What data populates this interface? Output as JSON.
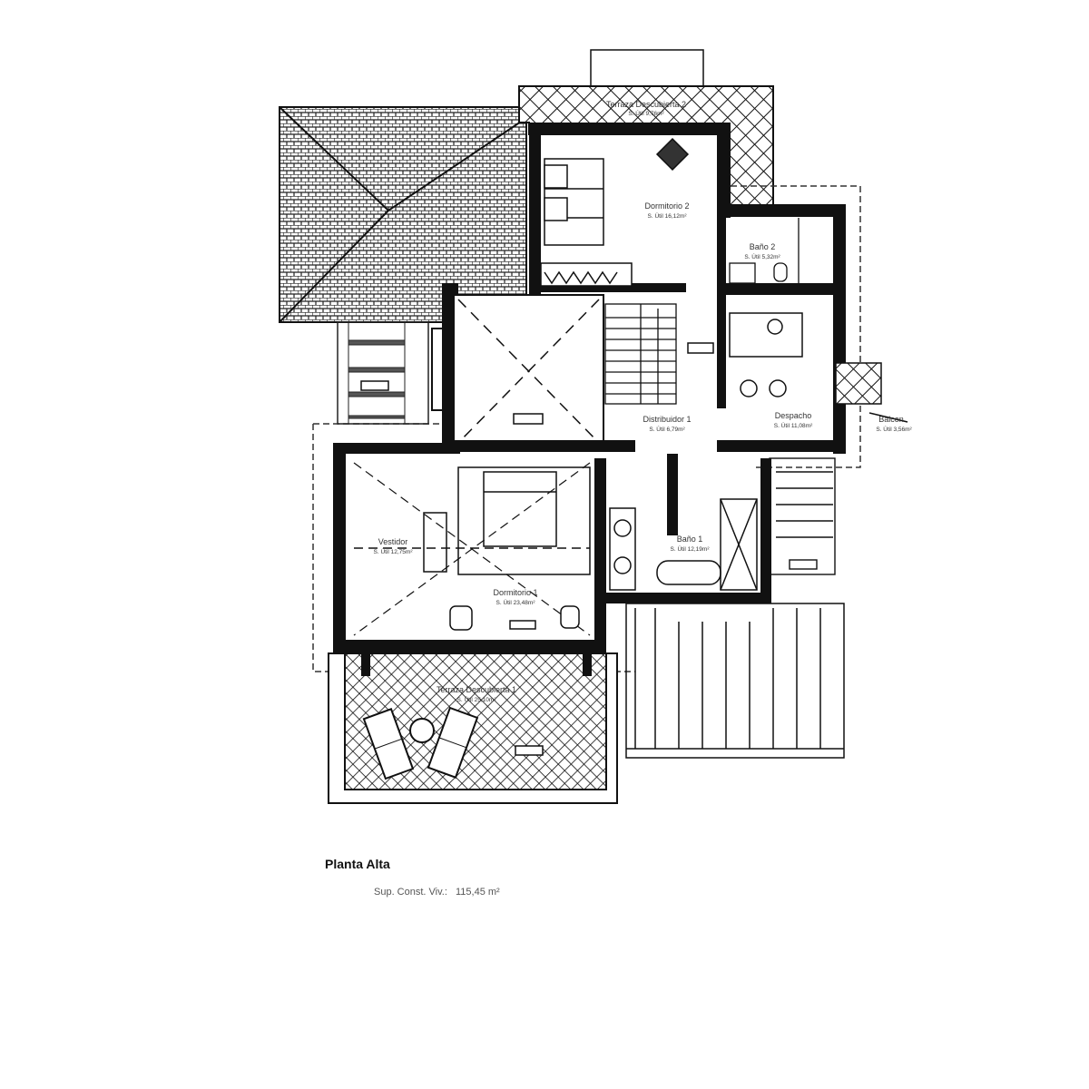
{
  "plan": {
    "title": "Planta Alta",
    "surface_label": "Sup. Const. Viv.:",
    "surface_value": "115,45 m²"
  },
  "rooms": {
    "terraza2": {
      "name": "Terraza Descubierta 2",
      "area": "S. Útil 9,76m²"
    },
    "dormitorio2": {
      "name": "Dormitorio 2",
      "area": "S. Útil 16,12m²"
    },
    "bano2": {
      "name": "Baño 2",
      "area": "S. Útil 5,32m²"
    },
    "despacho": {
      "name": "Despacho",
      "area": "S. Útil 11,08m²"
    },
    "balcon": {
      "name": "Balcon",
      "area": "S. Útil 3,56m²"
    },
    "distribuidor1": {
      "name": "Distribuidor 1",
      "area": "S. Útil 6,79m²"
    },
    "bano1": {
      "name": "Baño 1",
      "area": "S. Útil 12,19m²"
    },
    "vestidor": {
      "name": "Vestidor",
      "area": "S. Útil 12,75m²"
    },
    "dormitorio1": {
      "name": "Dormitorio 1",
      "area": "S. Útil 23,48m²"
    },
    "terraza1": {
      "name": "Terraza Descubierta 1",
      "area": "S. Útil 25,10m²"
    }
  }
}
